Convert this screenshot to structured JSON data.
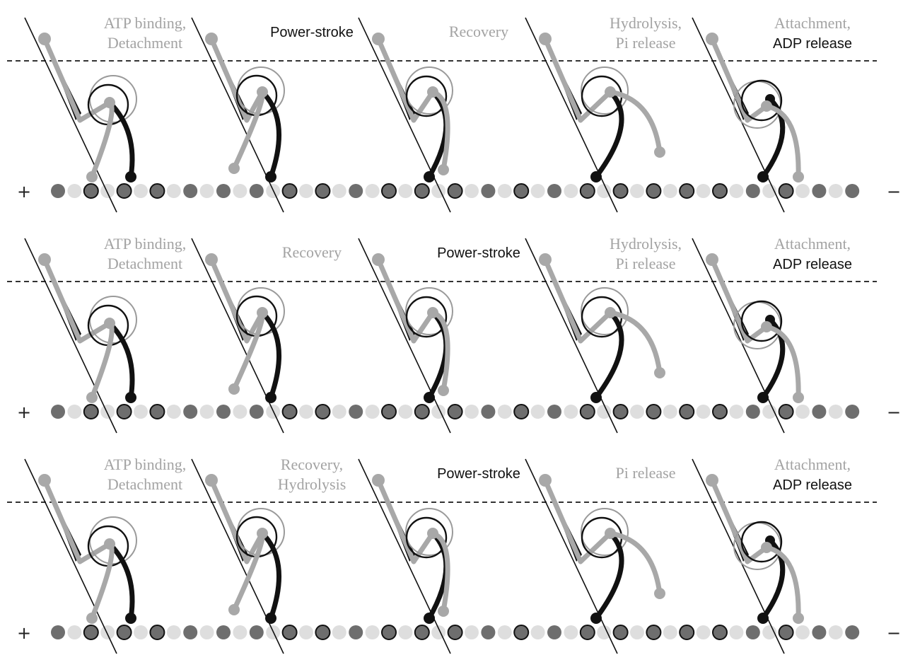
{
  "rows": [
    {
      "panels": [
        {
          "lines": [
            {
              "text": "ATP binding,",
              "color": "gray"
            },
            {
              "text": "Detachment",
              "color": "gray"
            }
          ],
          "state": "A"
        },
        {
          "lines": [
            {
              "text": "Power-stroke",
              "color": "black"
            }
          ],
          "state": "B"
        },
        {
          "lines": [
            {
              "text": "Recovery",
              "color": "gray"
            }
          ],
          "state": "C"
        },
        {
          "lines": [
            {
              "text": "Hydrolysis,",
              "color": "gray"
            },
            {
              "text": "Pi release",
              "color": "gray"
            }
          ],
          "state": "D"
        },
        {
          "lines": [
            {
              "text": "Attachment,",
              "color": "gray"
            },
            {
              "text": "ADP release",
              "color": "black"
            }
          ],
          "state": "E"
        }
      ]
    },
    {
      "panels": [
        {
          "lines": [
            {
              "text": "ATP binding,",
              "color": "gray"
            },
            {
              "text": "Detachment",
              "color": "gray"
            }
          ],
          "state": "A"
        },
        {
          "lines": [
            {
              "text": "Recovery",
              "color": "gray"
            }
          ],
          "state": "B"
        },
        {
          "lines": [
            {
              "text": "Power-stroke",
              "color": "black"
            }
          ],
          "state": "C"
        },
        {
          "lines": [
            {
              "text": "Hydrolysis,",
              "color": "gray"
            },
            {
              "text": "Pi release",
              "color": "gray"
            }
          ],
          "state": "D"
        },
        {
          "lines": [
            {
              "text": "Attachment,",
              "color": "gray"
            },
            {
              "text": "ADP release",
              "color": "black"
            }
          ],
          "state": "E"
        }
      ]
    },
    {
      "panels": [
        {
          "lines": [
            {
              "text": "ATP binding,",
              "color": "gray"
            },
            {
              "text": "Detachment",
              "color": "gray"
            }
          ],
          "state": "A"
        },
        {
          "lines": [
            {
              "text": "Recovery,",
              "color": "gray"
            },
            {
              "text": "Hydrolysis",
              "color": "gray"
            }
          ],
          "state": "B"
        },
        {
          "lines": [
            {
              "text": "Power-stroke",
              "color": "black"
            }
          ],
          "state": "C"
        },
        {
          "lines": [
            {
              "text": "Pi release",
              "color": "gray"
            }
          ],
          "state": "D"
        },
        {
          "lines": [
            {
              "text": "Attachment,",
              "color": "gray"
            },
            {
              "text": "ADP release",
              "color": "black"
            }
          ],
          "state": "E"
        }
      ]
    }
  ],
  "track": {
    "plus_label": "+",
    "minus_label": "−"
  },
  "colors": {
    "label_gray": "#a3a3a3",
    "label_black": "#111111",
    "dark_head": "#111111",
    "light_head": "#a8a8a8",
    "bead_dark": "#6e6e6e",
    "bead_light": "#dedede",
    "dashed_line": "#333333"
  }
}
